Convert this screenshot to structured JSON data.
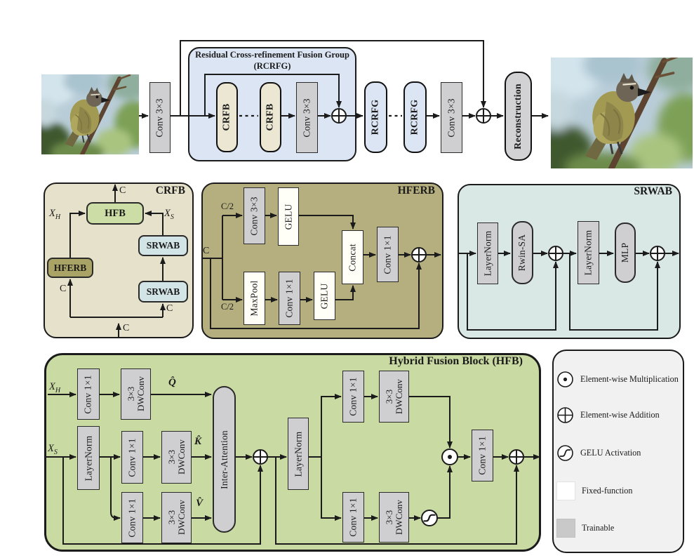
{
  "top_flow": {
    "conv3x3": "Conv 3×3",
    "crfb": "CRFB",
    "rcrfg": "RCRFG",
    "reconstruction": "Reconstruction",
    "rcrfg_group_title_line1": "Residual Cross-refinement Fusion Group",
    "rcrfg_group_title_line2": "(RCRFG)"
  },
  "crfb_block": {
    "title": "CRFB",
    "hfb_label": "HFB",
    "hferb_label": "HFERB",
    "srwab_label": "SRWAB",
    "x_base": "X",
    "x_h_sub": "H",
    "x_s_sub": "S",
    "channel_label": "C"
  },
  "hferb_block": {
    "title": "HFERB",
    "channel_label": "C",
    "channel_half_label": "C/2",
    "conv3x3": "Conv 3×3",
    "conv1x1": "Conv 1×1",
    "gelu": "GELU",
    "maxpool": "MaxPool",
    "concat": "Concat"
  },
  "srwab_block": {
    "title": "SRWAB",
    "layernorm": "LayerNorm",
    "rwin_sa": "Rwin-SA",
    "mlp": "MLP"
  },
  "hfb_block": {
    "title": "Hybrid Fusion Block (HFB)",
    "conv1x1": "Conv 1×1",
    "dwconv_line1": "3×3",
    "dwconv_line2": "DWConv",
    "layernorm": "LayerNorm",
    "inter_attention": "Inter-Attention",
    "q_hat": "Q̂",
    "k_hat": "K̂",
    "v_hat": "V̂",
    "x_base": "X",
    "x_h_sub": "H",
    "x_s_sub": "S"
  },
  "legend": {
    "items": [
      {
        "icon": "multiply-op-icon",
        "label": "Element-wise Multiplication"
      },
      {
        "icon": "add-op-icon",
        "label": "Element-wise Addition"
      },
      {
        "icon": "gelu-op-icon",
        "label": "GELU Activation"
      },
      {
        "icon": "fixed-function-swatch",
        "label": "Fixed-function"
      },
      {
        "icon": "trainable-swatch",
        "label": "Trainable"
      }
    ]
  },
  "colors": {
    "rcrfg_fill": "#dce5f4",
    "crfb_capsule_fill": "#ebe7d2",
    "trainable_gray": "#cfcfd1",
    "fixed_function_white": "#fffef7",
    "crfb_block_fill": "#e5e1ca",
    "hfb_small_fill": "#ccdea6",
    "srwab_small_fill": "#d3e4e7",
    "hferb_small_fill": "#aaa366",
    "hferb_block_fill": "#b5ae7e",
    "srwab_block_fill": "#d9e7e5",
    "hfb_block_fill": "#c9daa3",
    "legend_fill": "#f1f1f1",
    "line": "#1b1b1b"
  }
}
